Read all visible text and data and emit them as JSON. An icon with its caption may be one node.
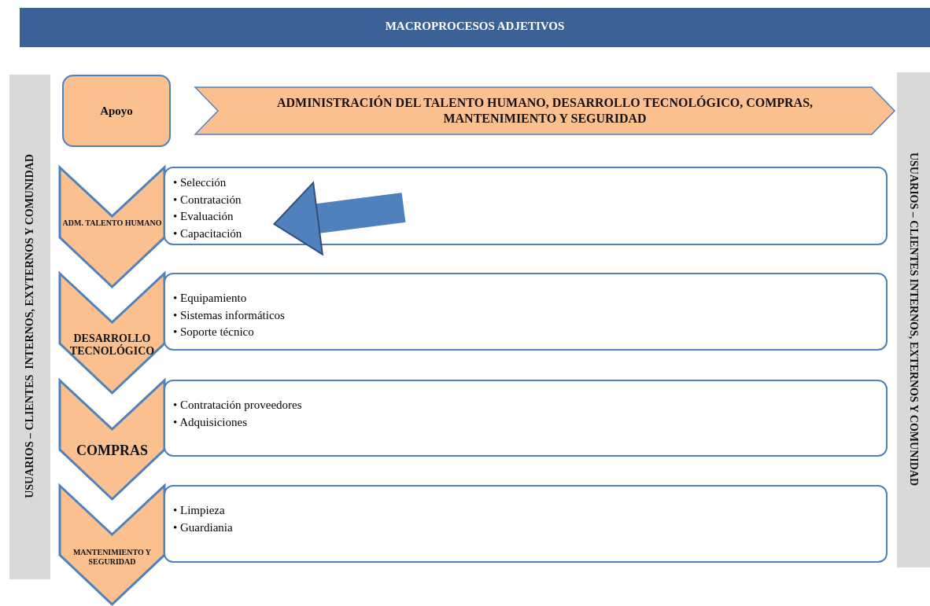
{
  "diagram": {
    "nodes": [
      {
        "text": [
          "MACROPROCESOS ADJETIVOS"
        ]
      },
      {
        "text": [
          "USUARIOS – CLIENTES  INTERNOS, EXYTERNOS Y COMUNIDAD"
        ]
      },
      {
        "text": [
          "USUARIOS – CLIENTES INTERNOS, EXTERNOS Y COMUNIDAD"
        ]
      },
      {
        "text": [
          "Apoyo"
        ]
      },
      {
        "text": [
          "ADMINISTRACIÓN DEL TALENTO HUMANO, DESARROLLO TECNOLÓGICO, COMPRAS, MANTENIMIENTO Y SEGURIDAD"
        ]
      },
      {
        "text": [
          "ADM. TALENTO HUMANO"
        ]
      },
      {
        "text": [
          "• Selección",
          "• Contratación",
          "• Evaluación",
          "• Capacitación"
        ]
      },
      {
        "text": [
          "DESARROLLO TECNOLÓGICO"
        ]
      },
      {
        "text": [
          "• Equipamiento",
          "• Sistemas informáticos",
          "• Soporte técnico"
        ]
      },
      {
        "text": [
          "COMPRAS"
        ]
      },
      {
        "text": [
          "• Contratación proveedores",
          "• Adquisiciones"
        ]
      },
      {
        "text": [
          "MANTENIMIENTO Y SEGURIDAD"
        ]
      },
      {
        "text": [
          "• Limpieza",
          "• Guardiania"
        ]
      }
    ],
    "edges": [
      {
        "from": null,
        "to": 6,
        "arrow": "to"
      }
    ]
  }
}
